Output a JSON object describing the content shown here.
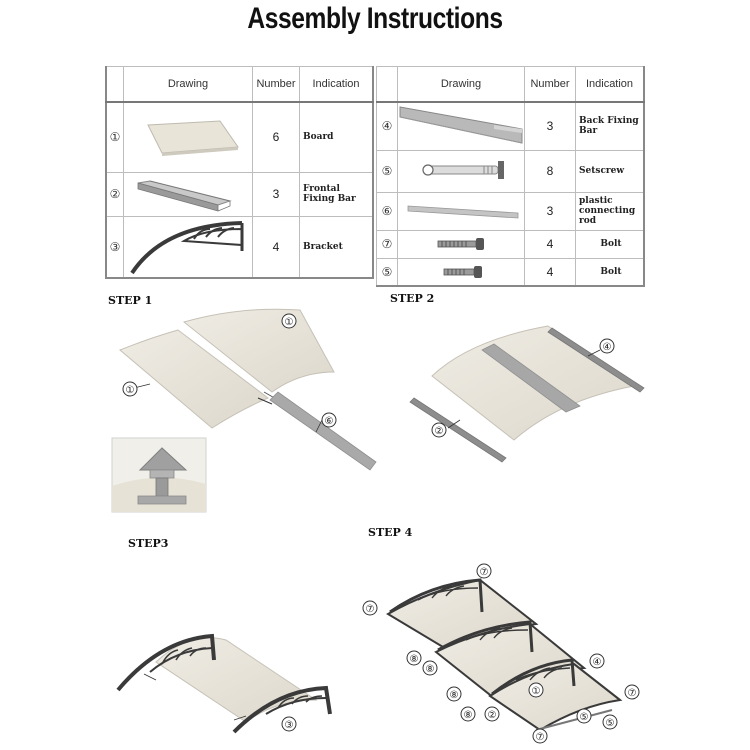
{
  "title": "Assembly Instructions",
  "table": {
    "headers": [
      "Drawing",
      "Number",
      "Indication"
    ],
    "left_rows": [
      {
        "index": "①",
        "number": "6",
        "indication": "Board",
        "icon": "board-icon"
      },
      {
        "index": "②",
        "number": "3",
        "indication": "Frontal Fixing Bar",
        "icon": "frontal-fixing-bar-icon"
      },
      {
        "index": "③",
        "number": "4",
        "indication": "Bracket",
        "icon": "bracket-icon"
      }
    ],
    "right_rows": [
      {
        "index": "④",
        "number": "3",
        "indication": "Back Fixing Bar",
        "icon": "back-fixing-bar-icon"
      },
      {
        "index": "⑤",
        "number": "8",
        "indication": "Setscrew",
        "icon": "setscrew-icon"
      },
      {
        "index": "⑥",
        "number": "3",
        "indication": "plastic connecting rod",
        "icon": "connecting-rod-icon"
      },
      {
        "index": "⑦",
        "number": "4",
        "indication": "Bolt",
        "icon": "bolt-icon"
      },
      {
        "index": "⑤",
        "number": "4",
        "indication": "Bolt",
        "icon": "bolt-icon"
      }
    ]
  },
  "steps": {
    "step1": "STEP 1",
    "step2": "STEP 2",
    "step3": "STEP3",
    "step4": "STEP 4"
  },
  "callouts": {
    "s1_board_top": "①",
    "s1_board_left": "①",
    "s1_rod": "⑥",
    "s2_back_bar": "④",
    "s2_front_bar": "②",
    "s3_bracket": "③",
    "s4_top": "⑦",
    "s4_left": "⑦",
    "s4_mid_a": "⑧",
    "s4_mid_b": "⑧",
    "s4_low_a": "⑧",
    "s4_low_b": "⑧",
    "s4_low_c": "②",
    "s4_board": "①",
    "s4_right_top": "④",
    "s4_right": "⑦",
    "s4_bottom": "⑦",
    "s4_screw_a": "⑤",
    "s4_screw_b": "⑤"
  },
  "colors": {
    "board": "#e8e4d8",
    "board_edge": "#bfbab0",
    "bar": "#a9a9a9",
    "bracket": "#3a3a3a"
  }
}
